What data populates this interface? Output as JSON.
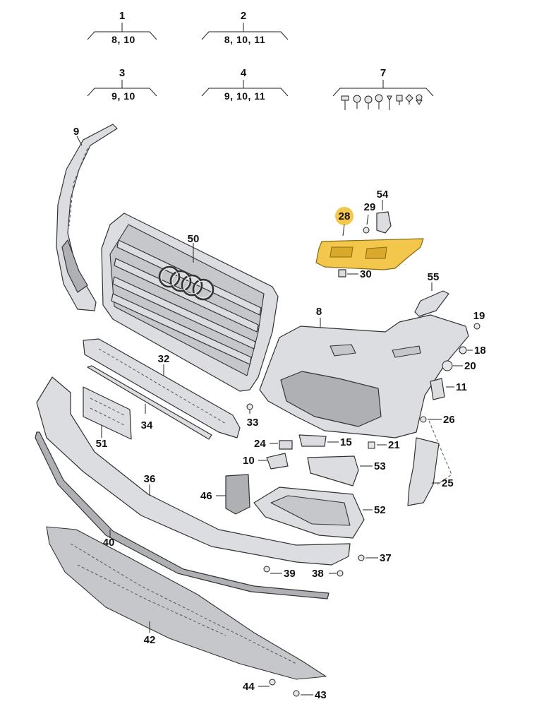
{
  "diagram": {
    "groups": [
      {
        "num": "1",
        "refs": "8, 10"
      },
      {
        "num": "2",
        "refs": "8, 10, 11"
      },
      {
        "num": "3",
        "refs": "9, 10"
      },
      {
        "num": "4",
        "refs": "9, 10, 11"
      },
      {
        "num": "7",
        "refs": ""
      }
    ],
    "callouts": {
      "c8": "8",
      "c9": "9",
      "c10": "10",
      "c11": "11",
      "c15": "15",
      "c18": "18",
      "c19": "19",
      "c20": "20",
      "c21": "21",
      "c24": "24",
      "c25": "25",
      "c26": "26",
      "c28": "28",
      "c29": "29",
      "c30": "30",
      "c32": "32",
      "c33": "33",
      "c34": "34",
      "c36": "36",
      "c37": "37",
      "c38": "38",
      "c39": "39",
      "c40": "40",
      "c42": "42",
      "c43": "43",
      "c44": "44",
      "c46": "46",
      "c50": "50",
      "c51": "51",
      "c52": "52",
      "c53": "53",
      "c54": "54",
      "c55": "55"
    },
    "highlight_color": "#f3c64c",
    "highlighted_part": "28"
  }
}
